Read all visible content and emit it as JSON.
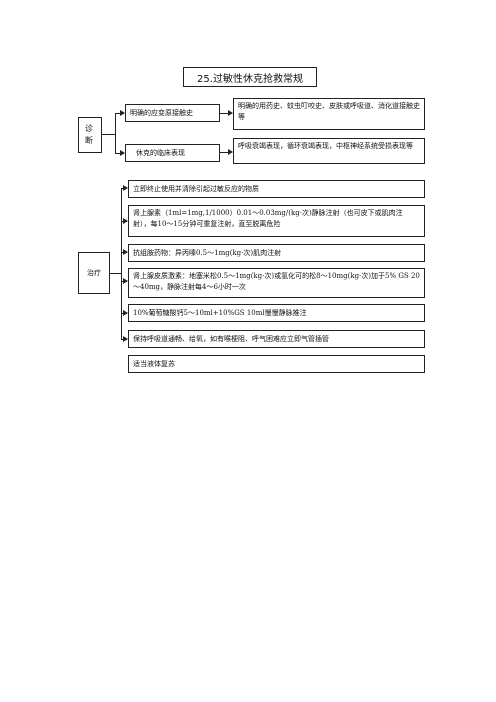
{
  "title": "25.过敏性休克抢救常规",
  "diagnosis": {
    "label": "诊断",
    "items": [
      {
        "label": "明确的应变原接触史",
        "detail": "明确的用药史、蚊虫叮咬史、皮肤或呼吸道、消化道接触史等"
      },
      {
        "label": "休克的临床表现",
        "detail": "呼吸衰竭表现，循环衰竭表现，中枢神经系统受损表现等"
      }
    ]
  },
  "treatment": {
    "label": "治疗",
    "items": [
      "立即终止使用并清除引起过敏反应的物质",
      "肾上腺素（1ml=1mg,1/1000）0.01～0.03mg/(kg·次)静脉注射（也可皮下或肌肉注射），每10～15分钟可重复注射，直至脱离危险",
      "抗组胺药物：异丙嗪0.5～1mg(kg·次)肌肉注射",
      "肾上腺皮质激素：地塞米松0.5～1mg(kg·次)或氢化可的松8～10mg(kg·次)加于5% GS 20～40mg，静脉注射每4～6小时一次",
      "10%葡萄糖酸钙5～10ml+10%GS 10ml慢慢静脉推注",
      "保持呼吸道通畅、给氧，如有喉梗阻、呼气困难应立即气管插管",
      "适当液体复苏"
    ]
  }
}
